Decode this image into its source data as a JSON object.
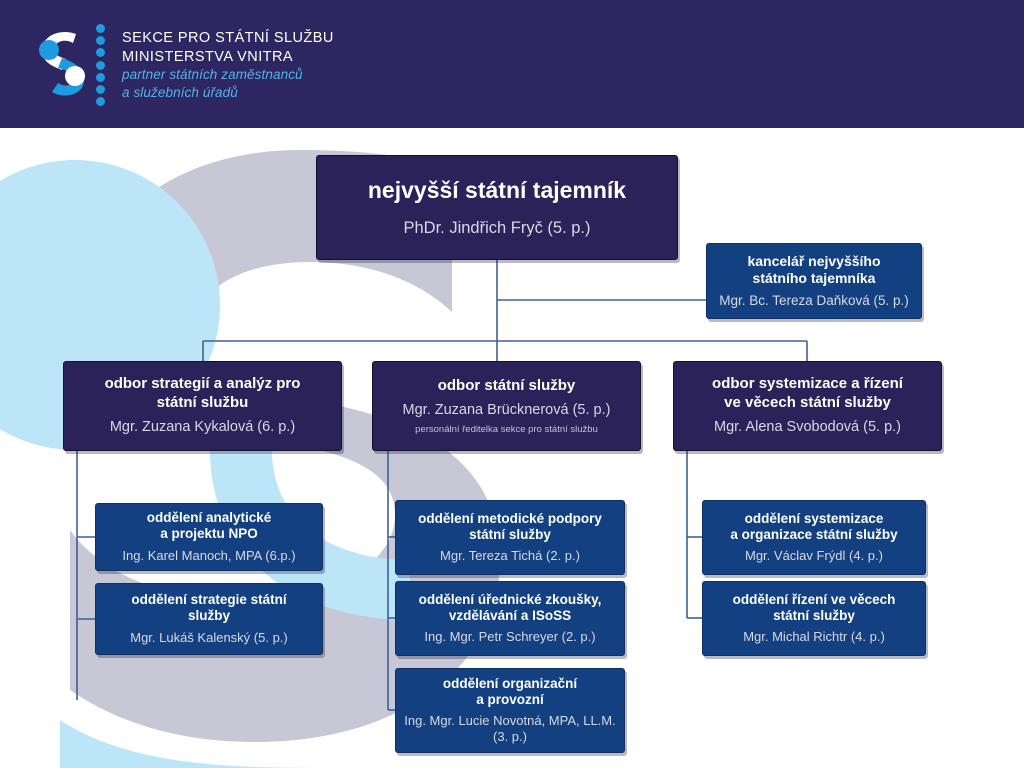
{
  "colors": {
    "header_bg": "#2d2660",
    "node_navy": "#2b2259",
    "node_blue": "#134080",
    "accent_cyan": "#1d9ae0",
    "accent_light_blue": "#53b5e8",
    "decor_grey": "#c7c7d6",
    "decor_lightblue": "#bce5f7",
    "connector": "#3f6095"
  },
  "header": {
    "logo_name": "sekce-pro-statni-sluzbu-logo",
    "line1": "SEKCE PRO STÁTNÍ SLUŽBU",
    "line2": "MINISTERSTVA VNITRA",
    "line3": "partner státních zaměstnanců",
    "line4": "a služebních úřadů"
  },
  "org": {
    "root": {
      "title": "nejvyšší státní tajemník",
      "person": "PhDr. Jindřich Fryč (5. p.)"
    },
    "office": {
      "title_line1": "kancelář nejvyššího",
      "title_line2": "státního tajemníka",
      "person": "Mgr. Bc. Tereza Daňková (5. p.)"
    },
    "departments": [
      {
        "title_line1": "odbor strategií a analýz pro",
        "title_line2": "státní službu",
        "person": "Mgr. Zuzana Kykalová  (6. p.)",
        "subrole": "",
        "units": [
          {
            "title_line1": "oddělení analytické",
            "title_line2": "a projektu NPO",
            "person": "Ing. Karel Manoch, MPA (6.p.)"
          },
          {
            "title_line1": "oddělení strategie státní",
            "title_line2": "služby",
            "person": "Mgr. Lukáš Kalenský (5. p.)"
          }
        ]
      },
      {
        "title_line1": "odbor státní služby",
        "title_line2": "",
        "person": "Mgr. Zuzana Brücknerová (5. p.)",
        "subrole": "personální ředitelka sekce pro státní službu",
        "units": [
          {
            "title_line1": "oddělení metodické podpory",
            "title_line2": "státní služby",
            "person": "Mgr. Tereza Tichá (2. p.)"
          },
          {
            "title_line1": "oddělení úřednické zkoušky,",
            "title_line2": "vzdělávání a ISoSS",
            "person": "Ing. Mgr. Petr Schreyer (2. p.)"
          },
          {
            "title_line1": "oddělení organizační",
            "title_line2": "a provozní",
            "person": "Ing. Mgr. Lucie Novotná, MPA, LL.M.",
            "person_line2": "(3. p.)"
          }
        ]
      },
      {
        "title_line1": "odbor systemizace a řízení",
        "title_line2": "ve věcech státní služby",
        "person": "Mgr. Alena Svobodová (5. p.)",
        "subrole": "",
        "units": [
          {
            "title_line1": "oddělení systemizace",
            "title_line2": "a organizace státní služby",
            "person": "Mgr. Václav Frýdl (4. p.)"
          },
          {
            "title_line1": "oddělení řízení ve věcech",
            "title_line2": "státní služby",
            "person": "Mgr. Michal Richtr (4. p.)"
          }
        ]
      }
    ]
  }
}
